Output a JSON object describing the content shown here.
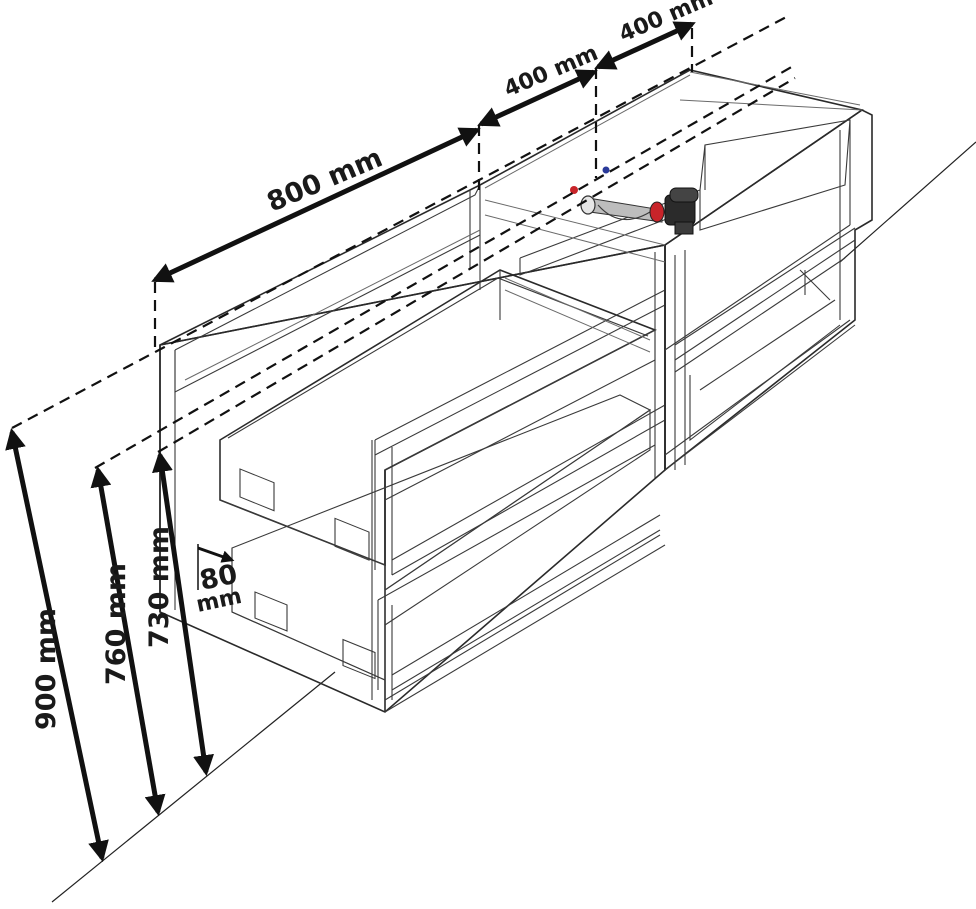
{
  "dimensions": {
    "width_left": "800 mm",
    "width_mid": "400 mm",
    "width_right": "400 mm",
    "height_total": "900 mm",
    "height_mid": "760 mm",
    "height_low": "730 mm",
    "drawer_gap_value": "80",
    "drawer_gap_unit": "mm"
  },
  "colors": {
    "line": "#2a2a2a",
    "arrow": "#111111",
    "valve_red": "#c8242a",
    "pipe_grey": "#9a9a9a",
    "siphon_dark": "#2b2b2b",
    "dot_blue": "#2a3a9a"
  }
}
